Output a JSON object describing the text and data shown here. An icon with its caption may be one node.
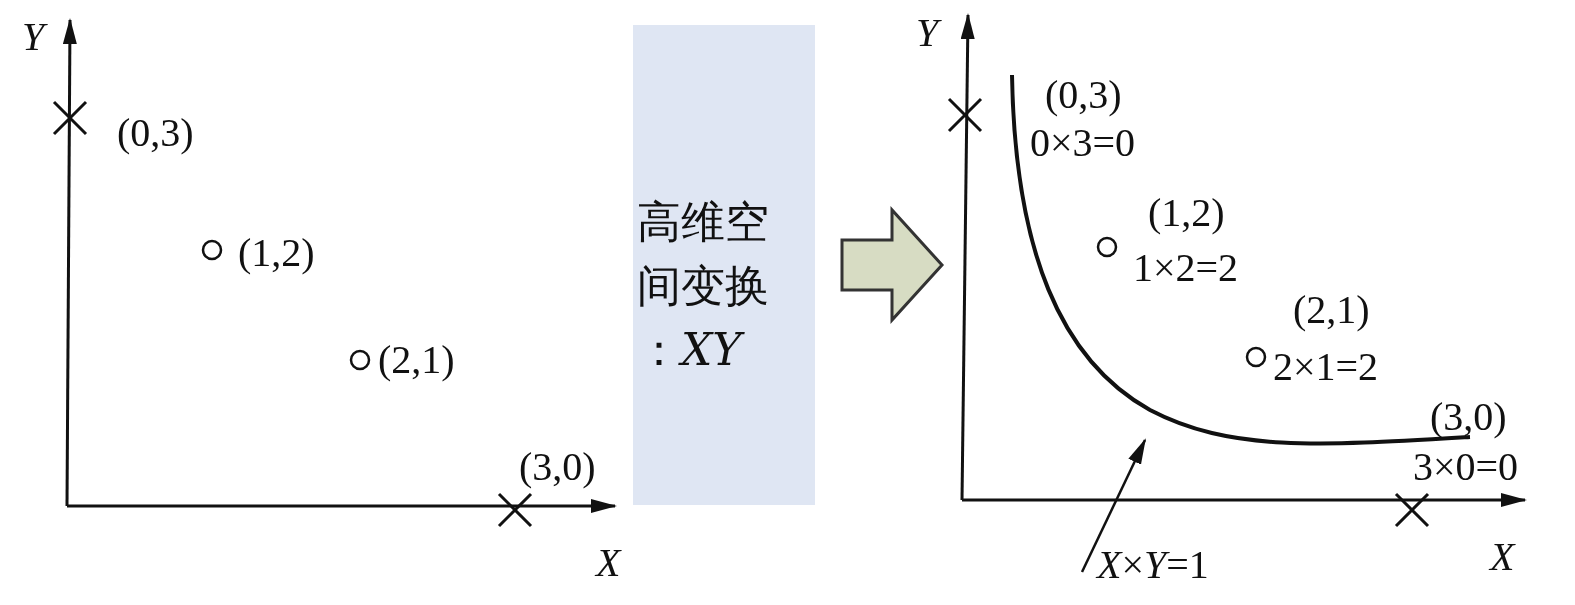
{
  "diagram": {
    "nodes": [
      {
        "text": [
          "高维空间变换：*XY*"
        ]
      },
      {
        "text": [],
        "shape": "curve"
      },
      {
        "text": [
          "*X*×*Y*=1"
        ]
      }
    ],
    "edges": [
      {
        "from": 2,
        "to": 1,
        "arrow": "to"
      }
    ],
    "labels": [
      "Y",
      "(0,3)",
      "(1,2)",
      "(2,1)",
      "(3,0)",
      "X",
      "Y",
      "(0,3)",
      "0×3=0",
      "(1,2)",
      "1×2=2",
      "(2,1)",
      "2×1=2",
      "(3,0)",
      "3×0=0",
      "X"
    ]
  }
}
